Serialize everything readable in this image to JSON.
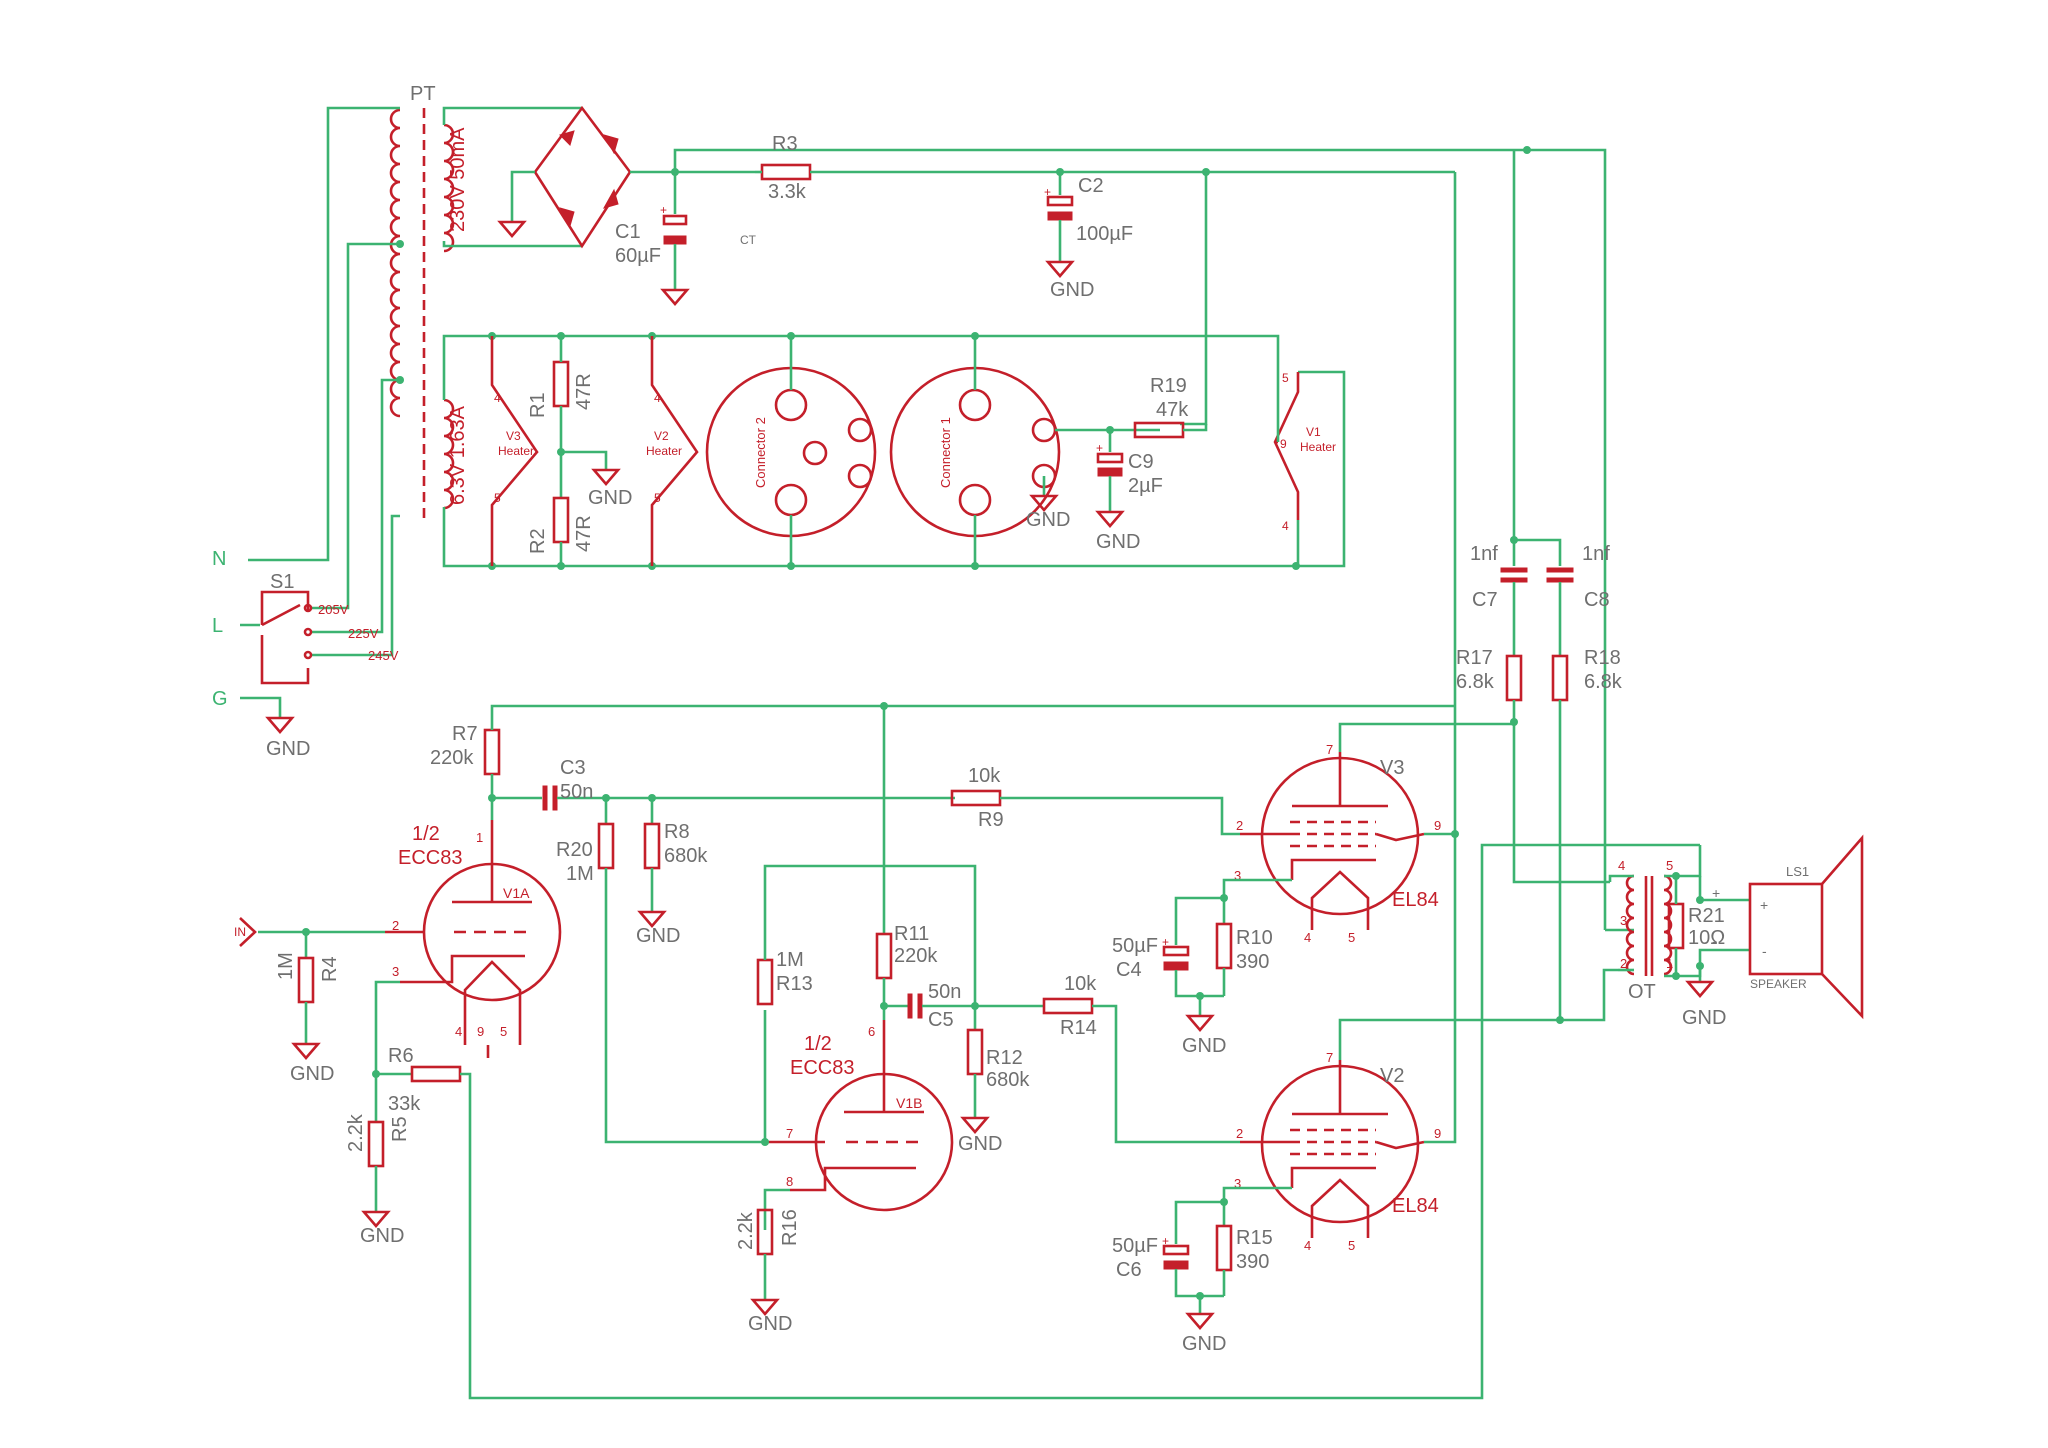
{
  "transformer": {
    "name": "PT",
    "secondary_hv": "230V 50mA",
    "secondary_lv": "6.3V 1.63A"
  },
  "ct_label": "CT",
  "mains": {
    "n": "N",
    "l": "L",
    "g": "G"
  },
  "switch": {
    "name": "S1",
    "taps": [
      "205V",
      "225V",
      "245V"
    ]
  },
  "gnd": "GND",
  "caps": {
    "c1": {
      "name": "C1",
      "value": "60µF"
    },
    "c2": {
      "name": "C2",
      "value": "100µF"
    },
    "c3": {
      "name": "C3",
      "value": "50n"
    },
    "c4": {
      "name": "C4",
      "value": "50µF"
    },
    "c5": {
      "name": "C5",
      "value": "50n"
    },
    "c6": {
      "name": "C6",
      "value": "50µF"
    },
    "c7": {
      "name": "C7",
      "value": "1nf"
    },
    "c8": {
      "name": "C8",
      "value": "1nf"
    },
    "c9": {
      "name": "C9",
      "value": "2µF"
    }
  },
  "resistors": {
    "r1": {
      "name": "R1",
      "value": "47R"
    },
    "r2": {
      "name": "R2",
      "value": "47R"
    },
    "r3": {
      "name": "R3",
      "value": "3.3k"
    },
    "r4": {
      "name": "R4",
      "value": "1M"
    },
    "r5": {
      "name": "R5",
      "value": "2.2k"
    },
    "r6": {
      "name": "R6",
      "value": "33k"
    },
    "r7": {
      "name": "R7",
      "value": "220k"
    },
    "r8": {
      "name": "R8",
      "value": "680k"
    },
    "r9": {
      "name": "R9",
      "value": "10k"
    },
    "r10": {
      "name": "R10",
      "value": "390"
    },
    "r11": {
      "name": "R11",
      "value": "220k"
    },
    "r12": {
      "name": "R12",
      "value": "680k"
    },
    "r13": {
      "name": "R13",
      "value": "1M"
    },
    "r14": {
      "name": "R14",
      "value": "10k"
    },
    "r15": {
      "name": "R15",
      "value": "390"
    },
    "r16": {
      "name": "R16",
      "value": "2.2k"
    },
    "r17": {
      "name": "R17",
      "value": "6.8k"
    },
    "r18": {
      "name": "R18",
      "value": "6.8k"
    },
    "r19": {
      "name": "R19",
      "value": "47k"
    },
    "r20": {
      "name": "R20",
      "value": "1M"
    },
    "r21": {
      "name": "R21",
      "value": "10Ω"
    }
  },
  "heaters": {
    "v3": "V3 Heater",
    "v2": "V2 Heater",
    "v1": "V1 Heater"
  },
  "connectors": {
    "c2": "Connector 2",
    "c1": "Connector 1"
  },
  "tubes": {
    "v1a": {
      "name": "V1A",
      "type_line1": "1/2",
      "type_line2": "ECC83"
    },
    "v1b": {
      "name": "V1B",
      "type_line1": "1/2",
      "type_line2": "ECC83"
    },
    "v3": {
      "name": "V3",
      "type": "EL84"
    },
    "v2": {
      "name": "V2",
      "type": "EL84"
    }
  },
  "input": "IN",
  "output_transformer": "OT",
  "speaker": {
    "name": "LS1",
    "label": "SPEAKER",
    "plus": "+",
    "minus": "-"
  },
  "pins": {
    "one": "1",
    "two": "2",
    "three": "3",
    "four": "4",
    "five": "5",
    "six": "6",
    "seven": "7",
    "eight": "8",
    "nine": "9"
  }
}
